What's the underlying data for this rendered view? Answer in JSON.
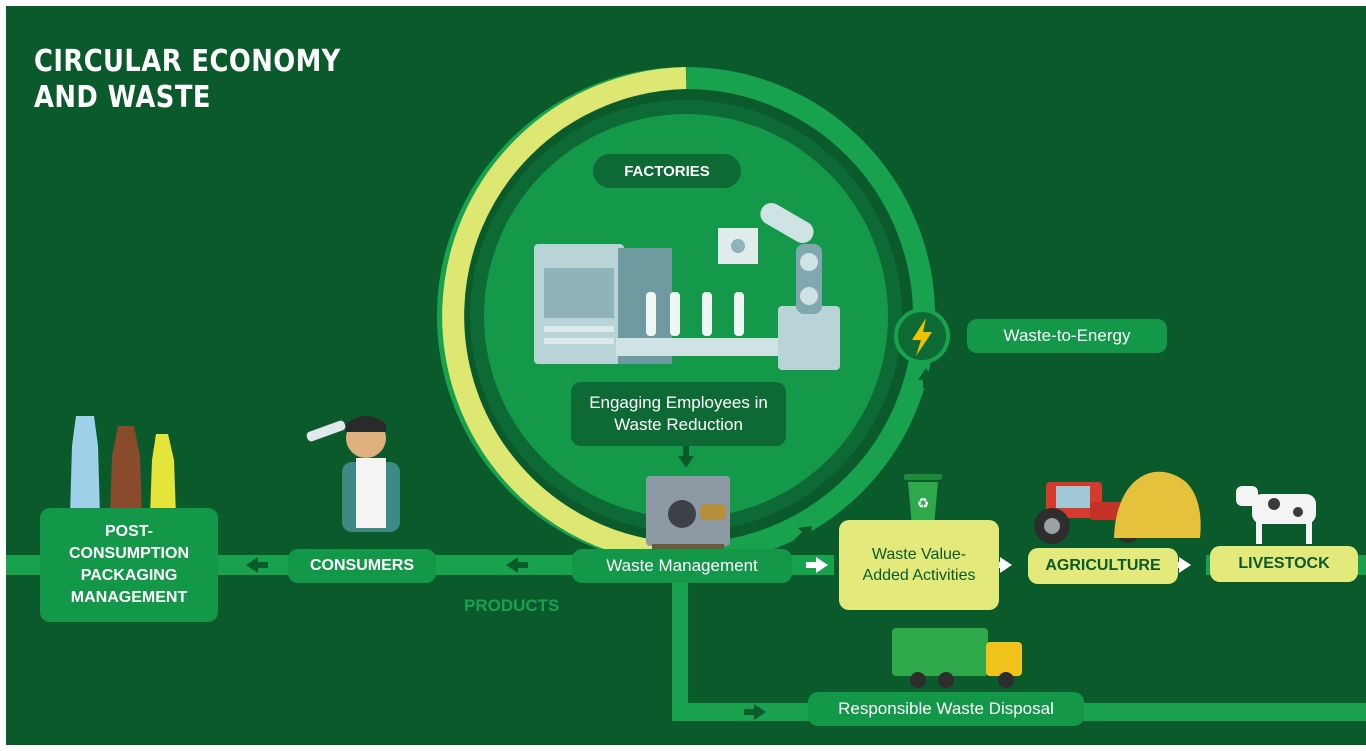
{
  "title": [
    "CIRCULAR ECONOMY",
    "AND WASTE"
  ],
  "labels": {
    "factories": "FACTORIES",
    "engaging": "Engaging Employees in Waste Reduction",
    "waste_to_energy": "Waste-to-Energy",
    "waste_management": "Waste Management",
    "consumers": "CONSUMERS",
    "post_consumption": "POST-CONSUMPTION PACKAGING MANAGEMENT",
    "products": "PRODUCTS",
    "value_added": "Waste Value-Added Activities",
    "agriculture": "AGRICULTURE",
    "livestock": "LIVESTOCK",
    "disposal": "Responsible Waste Disposal"
  },
  "colors": {
    "background": "#0b5a2c",
    "ring_green": "#19a24e",
    "ring_lime": "#dde772",
    "pill_dark": "#0d6a34",
    "pill_mid": "#13984a",
    "pill_lime": "#e3e97a"
  },
  "icons": [
    "lightning-icon",
    "recycle-bin-icon",
    "tractor-icon",
    "hay-icon",
    "cow-icon",
    "garbage-truck-icon",
    "shredder-icon",
    "factory-machine-icon",
    "bottles-icon",
    "drinking-man-icon"
  ]
}
